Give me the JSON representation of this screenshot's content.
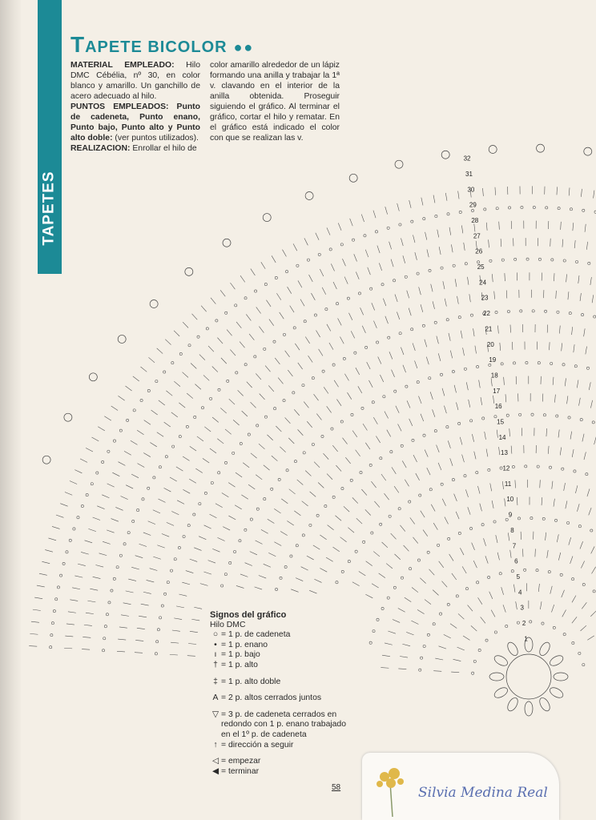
{
  "section_tab": "TAPETES",
  "title": {
    "first_letter": "T",
    "rest": "APETE BICOLOR",
    "difficulty": "●●"
  },
  "instructions": {
    "material_label": "MATERIAL EMPLEADO:",
    "material_text": " Hilo DMC Cébélia, nº 30, en color blanco y amarillo. Un ganchillo de acero adecuado al hilo.",
    "puntos_label": "PUNTOS EMPLEADOS:",
    "puntos_text": " Punto de cadeneta, Punto enano, Punto bajo, Punto alto y Punto alto doble:",
    "puntos_note": " (ver puntos utilizados).",
    "realizacion_label": "REALIZACION:",
    "realizacion_text": " Enrollar el hilo de",
    "col2_text": "color amarillo alrededor de un lápiz formando una anilla y trabajar la 1ª v. clavando en el interior de la anilla obtenida. Proseguir siguiendo el gráfico. Al terminar el gráfico, cortar el hilo y rematar. En el gráfico está indicado el color con que se realizan las v."
  },
  "chart_rows": [
    "1",
    "2",
    "3",
    "4",
    "5",
    "6",
    "7",
    "8",
    "9",
    "10",
    "11",
    "12",
    "13",
    "14",
    "15",
    "16",
    "17",
    "18",
    "19",
    "20",
    "21",
    "22",
    "23",
    "24",
    "25",
    "26",
    "27",
    "28",
    "29",
    "30",
    "31",
    "32"
  ],
  "legend": {
    "heading": "Signos del gráfico",
    "subheading": "Hilo DMC",
    "items": [
      {
        "symbol": "○",
        "text": "= 1 p. de cadeneta"
      },
      {
        "symbol": "•",
        "text": "= 1 p. enano"
      },
      {
        "symbol": "ı",
        "text": "= 1 p. bajo"
      },
      {
        "symbol": "†",
        "text": "= 1 p. alto"
      },
      {
        "symbol": "‡",
        "text": "= 1 p. alto doble"
      },
      {
        "symbol": "A",
        "text": "= 2 p. altos cerrados juntos"
      },
      {
        "symbol": "▽",
        "text": "= 3 p. de cadeneta cerrados en redondo con 1 p. enano trabajado en el 1º p. de cadeneta"
      },
      {
        "symbol": "↑",
        "text": "= dirección a seguir"
      },
      {
        "symbol": "◁",
        "text": "= empezar"
      },
      {
        "symbol": "◀",
        "text": "= terminar"
      }
    ]
  },
  "page_number": "58",
  "author": "Silvia Medina Real",
  "colors": {
    "accent": "#1c8a96",
    "paper": "#f4efe6",
    "author": "#5a6fb0"
  }
}
